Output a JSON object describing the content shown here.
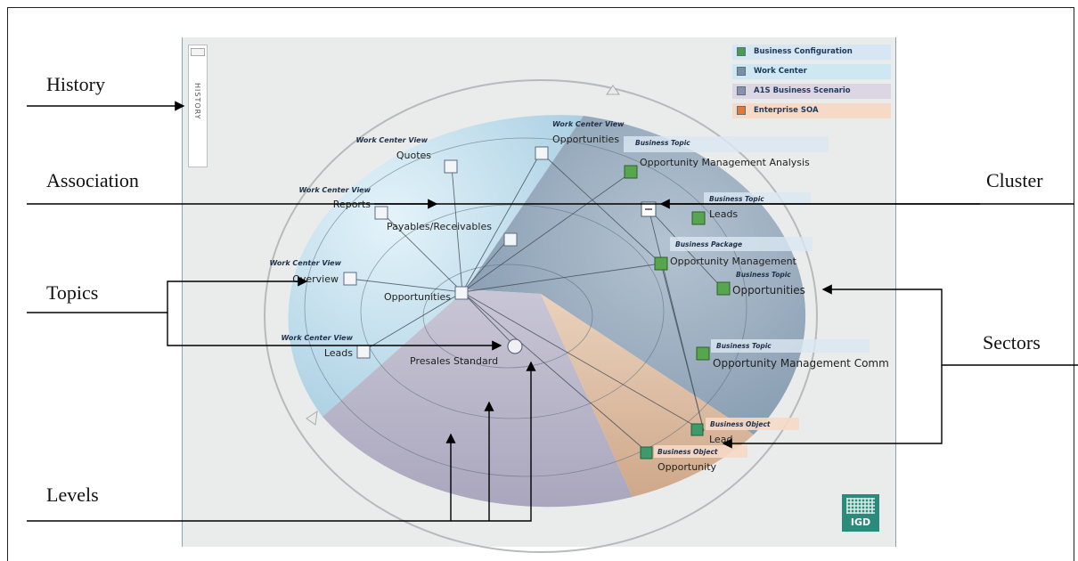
{
  "callouts": {
    "history": "History",
    "association": "Association",
    "topics": "Topics",
    "levels": "Levels",
    "cluster": "Cluster",
    "sectors": "Sectors"
  },
  "history_tab": {
    "label": "HISTORY"
  },
  "legend": [
    {
      "label": "Business Configuration",
      "color": "#d6e6f2",
      "icon_color": "#4a9a55"
    },
    {
      "label": "Work Center",
      "color": "#cfe7f2",
      "icon_color": "#7a8fa8"
    },
    {
      "label": "A1S Business Scenario",
      "color": "#dcd6e4",
      "icon_color": "#8c8fb0"
    },
    {
      "label": "Enterprise SOA",
      "color": "#f6d9c6",
      "icon_color": "#e07a3a"
    }
  ],
  "nodes": {
    "wcv_quotes_type": "Work Center View",
    "wcv_quotes_name": "Quotes",
    "wcv_opps_type": "Work Center View",
    "wcv_opps_name": "Opportunities",
    "wcv_reports_type": "Work Center View",
    "wcv_reports_name": "Reports",
    "payables": "Payables/Receivables",
    "wcv_overview_type": "Work Center View",
    "wcv_overview_name": "Overview",
    "center_opps": "Opportunities",
    "wcv_leads_type": "Work Center View",
    "wcv_leads_name": "Leads",
    "presales": "Presales Standard",
    "bt_oma_type": "Business Topic",
    "bt_oma_name": "Opportunity Management Analysis",
    "bt_leads_type": "Business Topic",
    "bt_leads_name": "Leads",
    "bp_type": "Business Package",
    "bp_name": "Opportunity Management",
    "bt_opps_type": "Business Topic",
    "bt_opps_name": "Opportunities",
    "bt_omc_type": "Business Topic",
    "bt_omc_name": "Opportunity Management Comm",
    "bo_lead_type": "Business Object",
    "bo_lead_name": "Lead",
    "bo_opp_type": "Business Object",
    "bo_opp_name": "Opportunity"
  },
  "logo": {
    "text": "IGD"
  }
}
